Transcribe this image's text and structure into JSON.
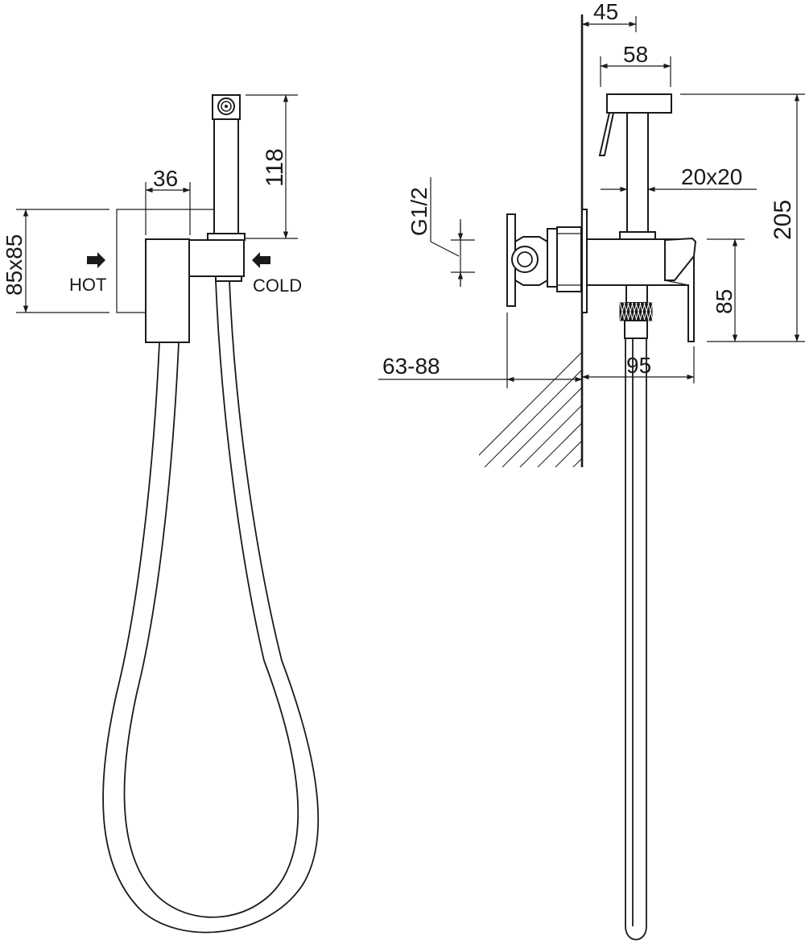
{
  "front_view": {
    "labels": {
      "width_36": "36",
      "height_118": "118",
      "plate_85x85": "85x85",
      "hot": "HOT",
      "cold": "COLD"
    }
  },
  "side_view": {
    "labels": {
      "depth_45": "45",
      "width_58": "58",
      "tube_20x20": "20x20",
      "height_205": "205",
      "thread_g12": "G1/2",
      "height_85": "85",
      "range_63_88": "63-88",
      "proj_95": "95"
    }
  },
  "colors": {
    "line": "#1a1a1a",
    "background": "#ffffff"
  }
}
